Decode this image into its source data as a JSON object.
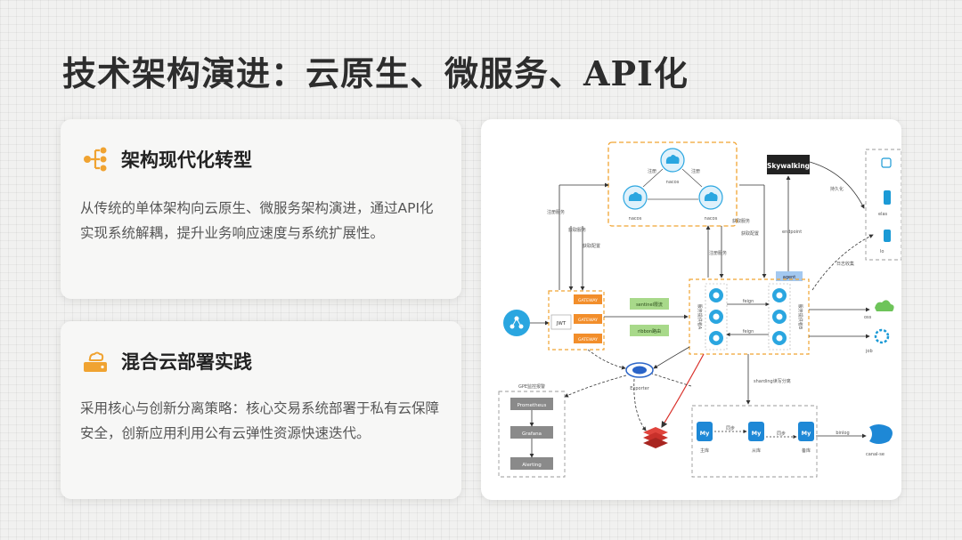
{
  "slide": {
    "title": "技术架构演进：云原生、微服务、API化"
  },
  "cards": [
    {
      "icon": "hierarchy-icon",
      "title": "架构现代化转型",
      "body": "从传统的单体架构向云原生、微服务架构演进，通过API化实现系统解耦，提升业务响应速度与系统扩展性。"
    },
    {
      "icon": "cloud-drive-icon",
      "title": "混合云部署实践",
      "body": "采用核心与创新分离策略：核心交易系统部署于私有云保障安全，创新应用利用公有云弹性资源快速迭代。"
    }
  ],
  "diagram": {
    "colors": {
      "accent_orange": "#f0a331",
      "box_blue": "#2aa6e0",
      "gateway_orange": "#f28e2b",
      "filter_green": "#a8d98a",
      "agent_blue": "#a3c8f0",
      "redis_red": "#d9312b",
      "canal_blue": "#1e88d6"
    },
    "nacos": {
      "node_label": "nacos",
      "edge_register": "注册",
      "edge_register_2": "注册"
    },
    "skywalking": {
      "label": "Skywalking",
      "persist": "持久化",
      "endpoint": "endpoint",
      "log_collect": "日志收集"
    },
    "left_labels": [
      "注册服务",
      "获取服务",
      "获取配置"
    ],
    "right_labels": [
      "获取服务",
      "获取配置",
      "注册服务"
    ],
    "gateway": {
      "jwt": "JWT",
      "items": [
        "GATEWAY",
        "GATEWAY",
        "GATEWAY"
      ]
    },
    "filters": [
      "sentinel限流",
      "ribbon路由"
    ],
    "services": {
      "group_a": "服务提供者A",
      "group_b": "服务提供者B",
      "agent": "agent",
      "feign": "feign",
      "feign_2": "feign"
    },
    "right_edge": {
      "oss": "oss",
      "job": "job",
      "elastic": "elas",
      "logstash": "lo"
    },
    "exporter": "Exporter",
    "gpe": {
      "title": "GPE监控报警",
      "items": [
        "Prometheus",
        "Grafana",
        "Alerting"
      ]
    },
    "sharding": "sharding读写分离",
    "db": {
      "nodes": [
        "主库",
        "从库",
        "备库"
      ],
      "sync": "同步",
      "sync_2": "同步",
      "binlog": "binlog",
      "canal": "canal-se"
    }
  }
}
